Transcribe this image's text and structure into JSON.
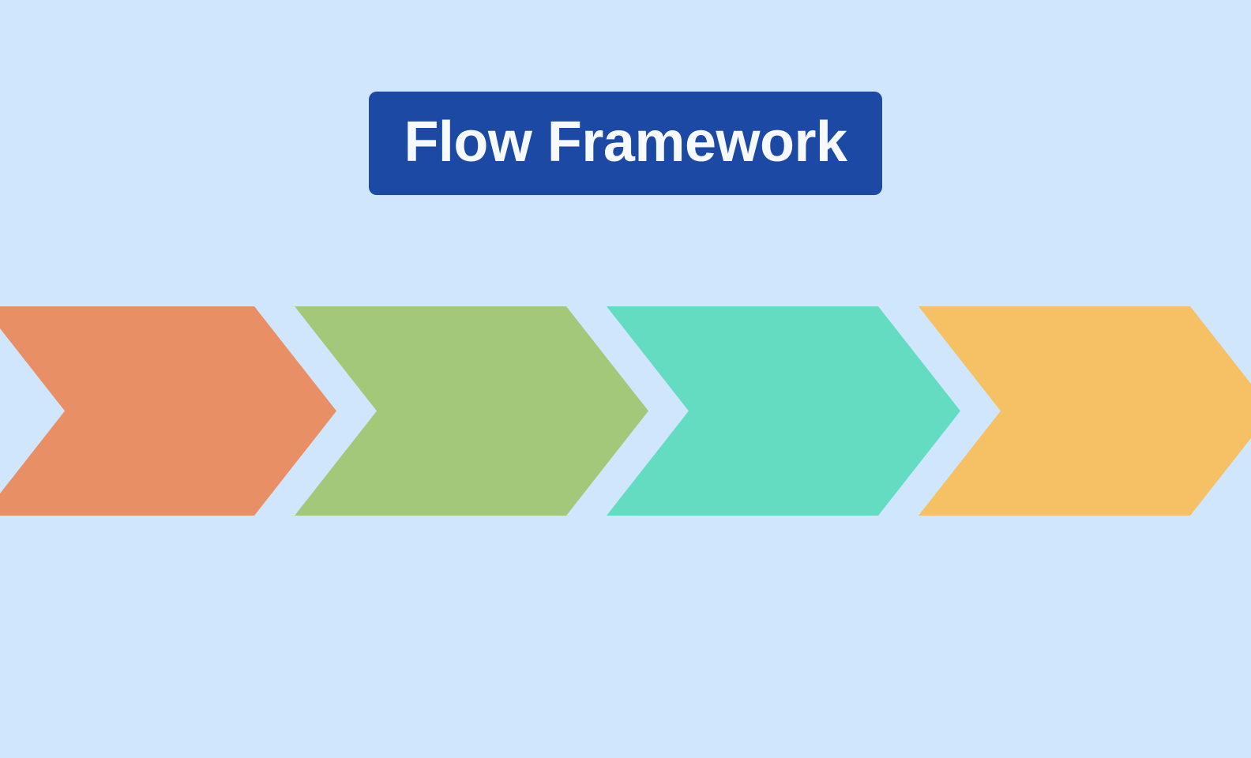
{
  "canvas": {
    "background": "#cfe6fc"
  },
  "title": {
    "label": "Flow Framework",
    "background": "#1c49a4",
    "text_color": "#f6f9fd"
  },
  "diagram": {
    "type": "process-flow-chevrons",
    "direction": "left-to-right",
    "step_count": 4,
    "steps": [
      {
        "color": "#e98f66"
      },
      {
        "color": "#a3c87a"
      },
      {
        "color": "#64dcc1"
      },
      {
        "color": "#f5c164"
      }
    ]
  }
}
